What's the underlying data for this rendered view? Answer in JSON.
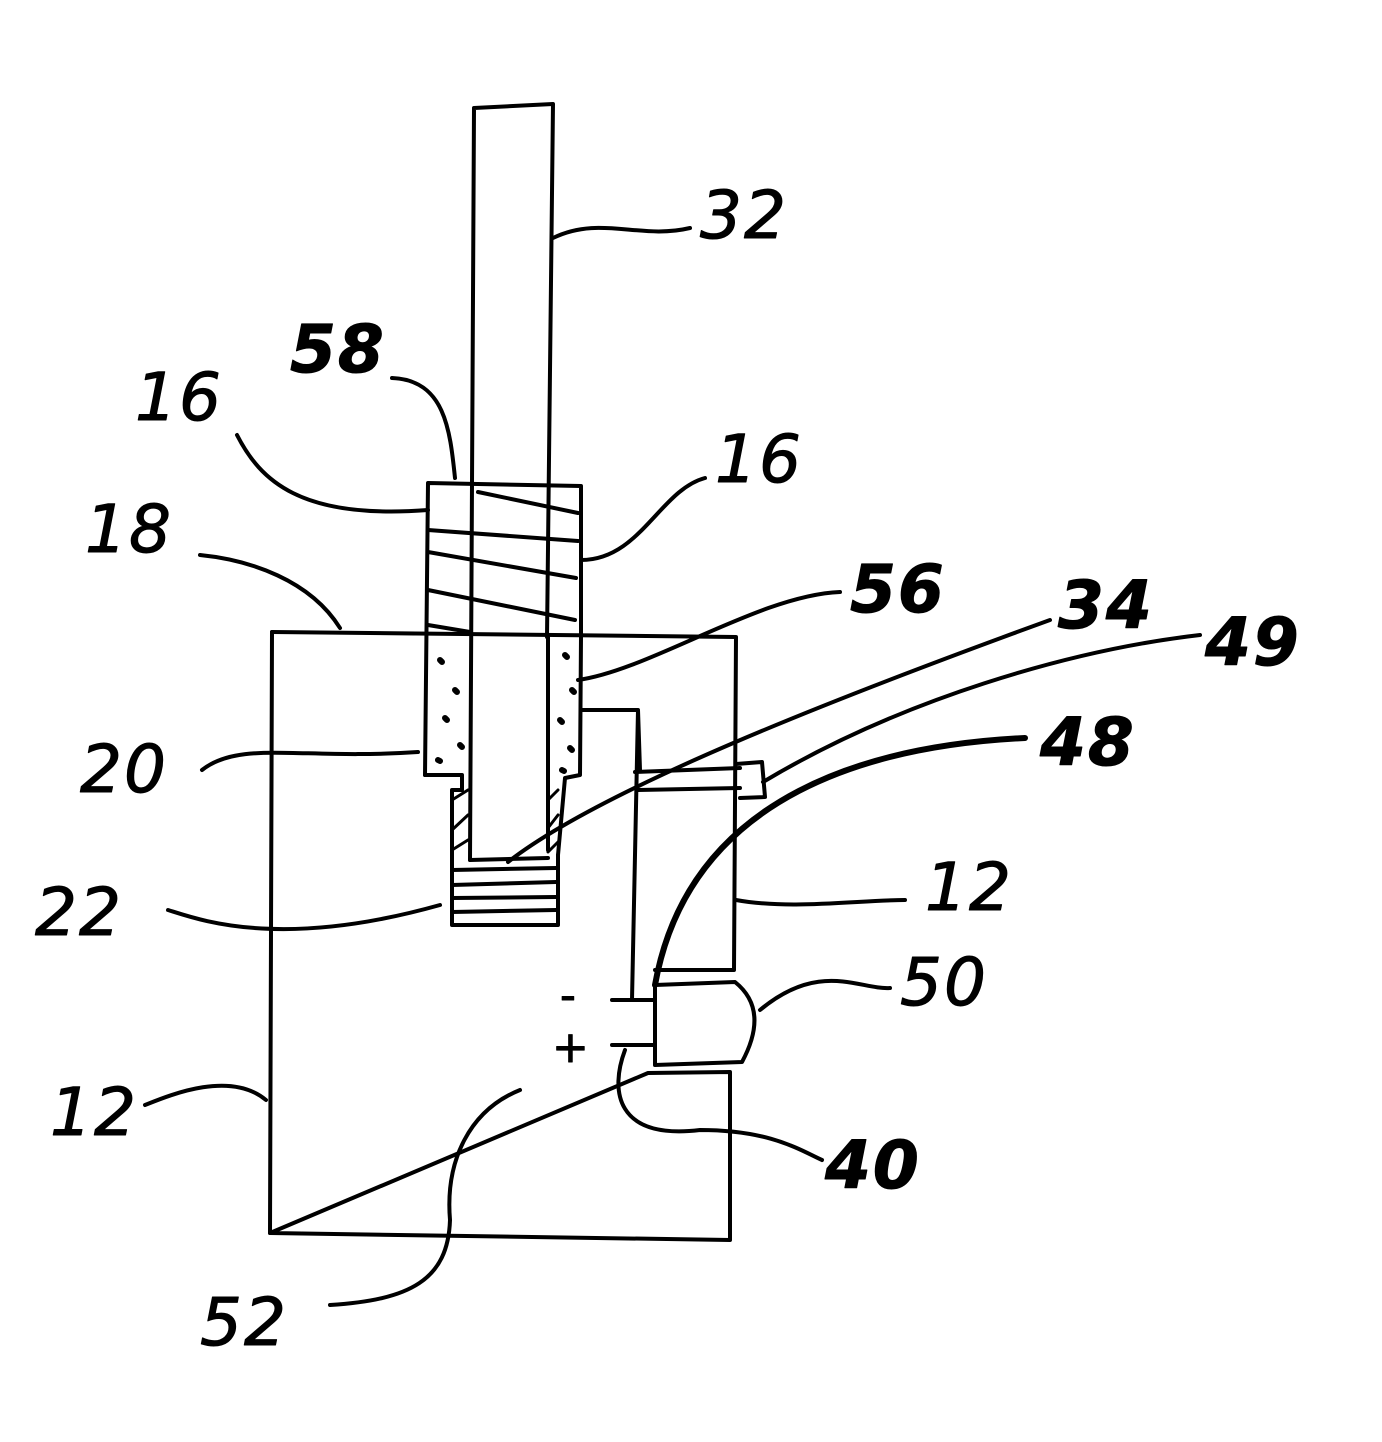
{
  "figure": {
    "labels": {
      "rod": "32",
      "cap_top": "58",
      "cap_left": "16",
      "cap_right": "16",
      "housing_top": "18",
      "sleeve": "56",
      "tip": "34",
      "contact": "49",
      "wire": "48",
      "chamber_side": "20",
      "base_plug": "22",
      "housing_right": "12",
      "housing_left": "12",
      "battery": "50",
      "terminal": "40",
      "cavity": "52"
    },
    "polarity": {
      "negative": "-",
      "positive": "+"
    }
  }
}
